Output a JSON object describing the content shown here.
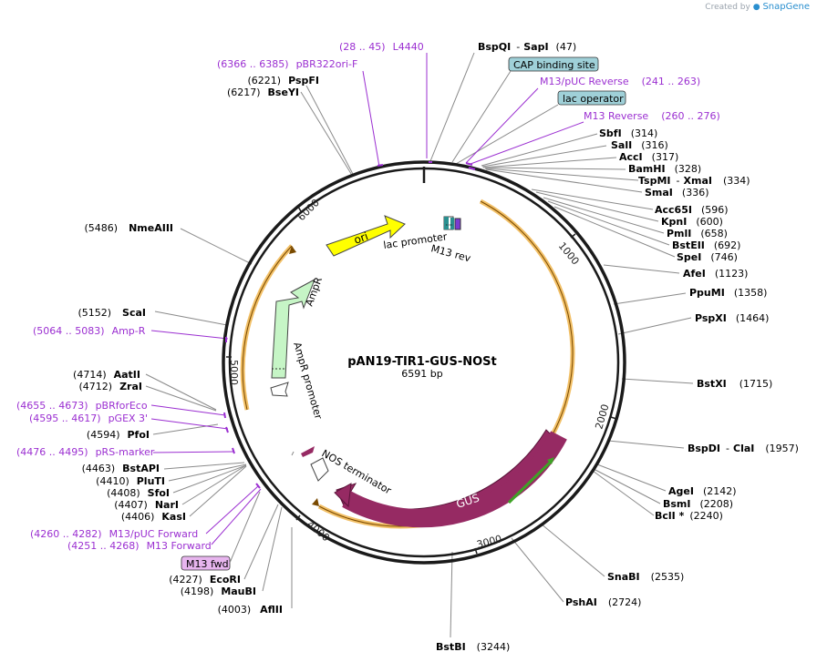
{
  "app": {
    "credit_prefix": "Created by",
    "credit_brand": "SnapGene"
  },
  "plasmid": {
    "name": "pAN19-TIR1-GUS-NOSt",
    "size_label": "6591 bp"
  },
  "ruler": [
    "1000",
    "2000",
    "3000",
    "4000",
    "5000",
    "6000"
  ],
  "feature_labels": {
    "ori": "ori",
    "lac_promoter": "lac promoter",
    "m13_rev": "M13 rev",
    "ampr": "AmpR",
    "ampr_promoter": "AmpR promoter",
    "nos_terminator": "NOS terminator",
    "gus": "GUS"
  },
  "enzymes_right": [
    {
      "name": "BspQI",
      "pos": "(47)",
      "name2": "SapI",
      "sep": "-"
    },
    {
      "name": "SbfI",
      "pos": "(314)"
    },
    {
      "name": "SalI",
      "pos": "(316)"
    },
    {
      "name": "AccI",
      "pos": "(317)"
    },
    {
      "name": "BamHI",
      "pos": "(328)"
    },
    {
      "name": "TspMI",
      "pos": "(334)",
      "name2": "XmaI",
      "sep": "-"
    },
    {
      "name": "SmaI",
      "pos": "(336)"
    },
    {
      "name": "Acc65I",
      "pos": "(596)"
    },
    {
      "name": "KpnI",
      "pos": "(600)"
    },
    {
      "name": "PmlI",
      "pos": "(658)"
    },
    {
      "name": "BstEII",
      "pos": "(692)"
    },
    {
      "name": "SpeI",
      "pos": "(746)"
    },
    {
      "name": "AfeI",
      "pos": "(1123)"
    },
    {
      "name": "PpuMI",
      "pos": "(1358)"
    },
    {
      "name": "PspXI",
      "pos": "(1464)"
    },
    {
      "name": "BstXI",
      "pos": "(1715)"
    },
    {
      "name": "BspDI",
      "pos": "(1957)",
      "name2": "ClaI",
      "sep": "-"
    },
    {
      "name": "AgeI",
      "pos": "(2142)"
    },
    {
      "name": "BsmI",
      "pos": "(2208)"
    },
    {
      "name": "BclI *",
      "pos": "(2240)"
    },
    {
      "name": "SnaBI",
      "pos": "(2535)"
    },
    {
      "name": "PshAI",
      "pos": "(2724)"
    },
    {
      "name": "BstBI",
      "pos": "(3244)"
    }
  ],
  "enzymes_left": [
    {
      "name": "PspFI",
      "pos": "(6221)"
    },
    {
      "name": "BseYI",
      "pos": "(6217)"
    },
    {
      "name": "NmeAIII",
      "pos": "(5486)"
    },
    {
      "name": "ScaI",
      "pos": "(5152)"
    },
    {
      "name": "AatII",
      "pos": "(4714)"
    },
    {
      "name": "ZraI",
      "pos": "(4712)"
    },
    {
      "name": "PfoI",
      "pos": "(4594)"
    },
    {
      "name": "BstAPI",
      "pos": "(4463)"
    },
    {
      "name": "PluTI",
      "pos": "(4410)"
    },
    {
      "name": "SfoI",
      "pos": "(4408)"
    },
    {
      "name": "NarI",
      "pos": "(4407)"
    },
    {
      "name": "KasI",
      "pos": "(4406)"
    },
    {
      "name": "EcoRI",
      "pos": "(4227)"
    },
    {
      "name": "MauBI",
      "pos": "(4198)"
    },
    {
      "name": "AflII",
      "pos": "(4003)"
    }
  ],
  "primers": [
    {
      "range": "(28 .. 45)",
      "name": "L4440"
    },
    {
      "range": "(6366 .. 6385)",
      "name": "pBR322ori-F"
    },
    {
      "name": "M13/pUC Reverse",
      "range": "(241 .. 263)"
    },
    {
      "name": "M13 Reverse",
      "range": "(260 .. 276)"
    },
    {
      "range": "(5064 .. 5083)",
      "name": "Amp-R"
    },
    {
      "range": "(4655 .. 4673)",
      "name": "pBRforEco"
    },
    {
      "range": "(4595 .. 4617)",
      "name": "pGEX 3'"
    },
    {
      "range": "(4476 .. 4495)",
      "name": "pRS-marker"
    },
    {
      "range": "(4260 .. 4282)",
      "name": "M13/pUC Forward"
    },
    {
      "range": "(4251 .. 4268)",
      "name": "M13 Forward"
    }
  ],
  "boxed_features": {
    "cap_site": "CAP binding site",
    "lac_operator": "lac operator",
    "m13_fwd": "M13 fwd"
  },
  "colors": {
    "enzyme_text": "#000000",
    "primer": "#9b2fd1",
    "box_blue": "#9fd0d8",
    "box_purple": "#e7b5ee",
    "ori": "#ffff00",
    "gus": "#962a63",
    "ampr": "#c6f5c6",
    "orf_orange": "#f0b54c",
    "leader": "#888888"
  }
}
